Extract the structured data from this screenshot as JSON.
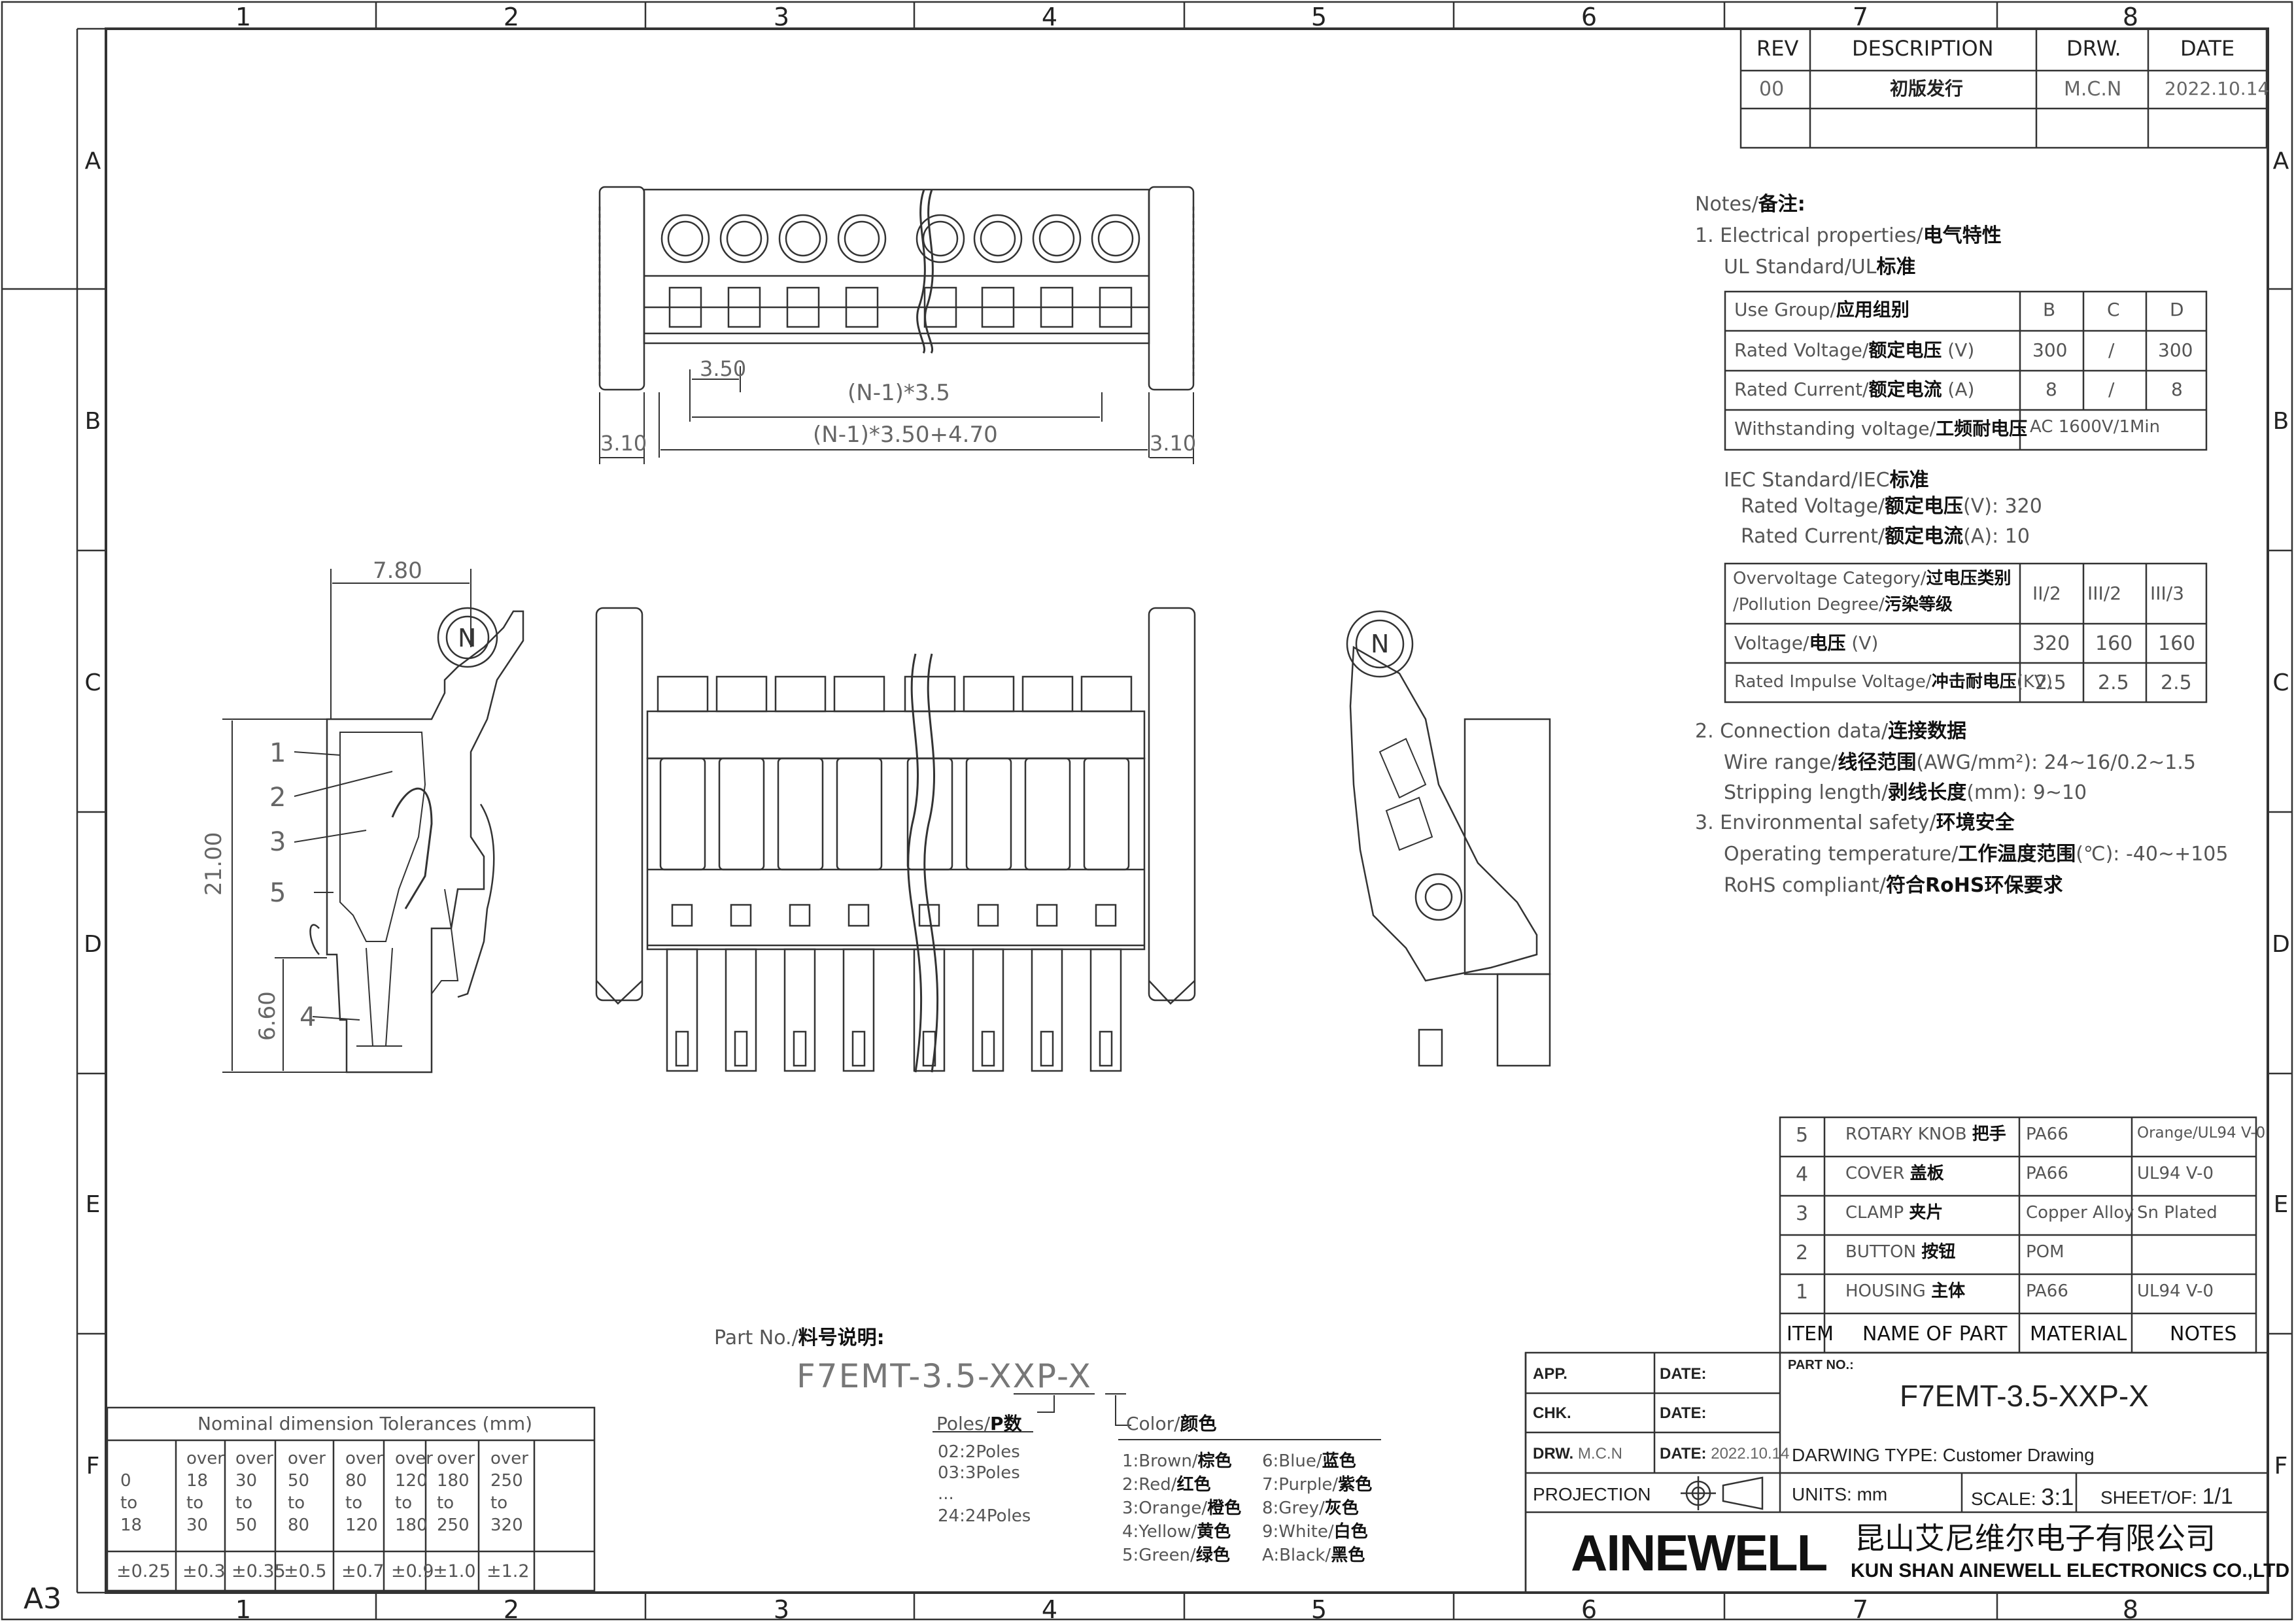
{
  "frame": {
    "columns": [
      "1",
      "2",
      "3",
      "4",
      "5",
      "6",
      "7",
      "8"
    ],
    "rows": [
      "A",
      "B",
      "C",
      "D",
      "E",
      "F"
    ],
    "sheet_size": "A3"
  },
  "revision_table": {
    "headers": [
      "REV",
      "DESCRIPTION",
      "DRW.",
      "DATE"
    ],
    "rows": [
      {
        "rev": "00",
        "description": "初版发行",
        "drw": "M.C.N",
        "date": "2022.10.14"
      }
    ]
  },
  "top_view_dims": {
    "pitch": "3.50",
    "span": "(N-1)*3.5",
    "overall": "(N-1)*3.50+4.70",
    "left_offset": "3.10",
    "right_offset": "3.10"
  },
  "side_view_dims": {
    "width": "7.80",
    "height": "21.00",
    "lower_height": "6.60",
    "balloons": [
      "1",
      "2",
      "3",
      "5",
      "4"
    ],
    "knob_letter": "N"
  },
  "right_view": {
    "knob_letter": "N"
  },
  "notes": {
    "title_en": "Notes/",
    "title_cn": "备注:",
    "s1_en": "1. Electrical properties/",
    "s1_cn": "电气特性",
    "ul_en": "UL Standard/UL",
    "ul_cn": "标准",
    "ul_table": {
      "cols": [
        "B",
        "C",
        "D"
      ],
      "rows": [
        {
          "en": "Use Group/",
          "cn": "应用组别",
          "unit": ""
        },
        {
          "en": "Rated Voltage/",
          "cn": "额定电压",
          "unit": " (V)",
          "vals": [
            "300",
            "/",
            "300"
          ]
        },
        {
          "en": "Rated Current/",
          "cn": "额定电流",
          "unit": " (A)",
          "vals": [
            "8",
            "/",
            "8"
          ]
        },
        {
          "en": "Withstanding voltage/",
          "cn": "工频耐电压",
          "unit": "",
          "span_val": "AC 1600V/1Min"
        }
      ]
    },
    "iec_en": "IEC Standard/IEC",
    "iec_cn": "标准",
    "iec_v_en": "Rated Voltage/",
    "iec_v_cn": "额定电压",
    "iec_v_val": "(V): 320",
    "iec_a_en": "Rated Current/",
    "iec_a_cn": "额定电流",
    "iec_a_val": "(A): 10",
    "iec_table": {
      "cat_en1": "Overvoltage Category/",
      "cat_cn1": "过电压类别",
      "cat_en2": "/Pollution Degree/",
      "cat_cn2": "污染等级",
      "cols": [
        "II/2",
        "III/2",
        "III/3"
      ],
      "rows": [
        {
          "en": "Voltage/",
          "cn": "电压",
          "unit": " (V)",
          "vals": [
            "320",
            "160",
            "160"
          ]
        },
        {
          "en": "Rated Impulse Voltage/",
          "cn": "冲击耐电压",
          "unit": "(KV)",
          "vals": [
            "2.5",
            "2.5",
            "2.5"
          ]
        }
      ]
    },
    "s2_en": "2. Connection data/",
    "s2_cn": "连接数据",
    "wire_en": "Wire range/",
    "wire_cn": "线径范围",
    "wire_val": "(AWG/mm²): 24~16/0.2~1.5",
    "strip_en": "Stripping length/",
    "strip_cn": "剥线长度",
    "strip_val": "(mm): 9~10",
    "s3_en": "3. Environmental safety/",
    "s3_cn": "环境安全",
    "temp_en": "Operating temperature/",
    "temp_cn": "工作温度范围",
    "temp_val": "(℃): -40~+105",
    "rohs_en": "RoHS compliant/",
    "rohs_cn": "符合RoHS环保要求"
  },
  "bom": {
    "headers": [
      "ITEM",
      "NAME OF PART",
      "MATERIAL",
      "NOTES"
    ],
    "rows": [
      {
        "item": "5",
        "name_en": "ROTARY KNOB",
        "name_cn": "把手",
        "material": "PA66",
        "notes": "Orange/UL94 V-0"
      },
      {
        "item": "4",
        "name_en": "COVER",
        "name_cn": "盖板",
        "material": "PA66",
        "notes": "UL94 V-0"
      },
      {
        "item": "3",
        "name_en": "CLAMP",
        "name_cn": "夹片",
        "material": "Copper Alloy",
        "notes": "Sn Plated"
      },
      {
        "item": "2",
        "name_en": "BUTTON",
        "name_cn": "按钮",
        "material": "POM",
        "notes": ""
      },
      {
        "item": "1",
        "name_en": "HOUSING",
        "name_cn": "主体",
        "material": "PA66",
        "notes": "UL94 V-0"
      }
    ]
  },
  "title_block": {
    "app": "APP.",
    "chk": "CHK.",
    "drw": "DRW.",
    "drw_val": "M.C.N",
    "date": "DATE:",
    "date_val": "2022.10.14",
    "part_no_label": "PART NO.:",
    "part_no": "F7EMT-3.5-XXP-X",
    "type_label": "DARWING TYPE:",
    "type_val": "Customer Drawing",
    "projection": "PROJECTION",
    "units_label": "UNITS:",
    "units_val": "mm",
    "scale_label": "SCALE:",
    "scale_val": "3:1",
    "sheet_label": "SHEET/OF:",
    "sheet_val": "1/1",
    "logo": "AINEWELL",
    "company_cn": "昆山艾尼维尔电子有限公司",
    "company_en": "KUN SHAN AINEWELL ELECTRONICS CO.,LTD"
  },
  "part_no_legend": {
    "label_en": "Part No./",
    "label_cn": "料号说明:",
    "code_a": "F7EMT-3.5-",
    "code_b": "XXP",
    "code_c": "-",
    "code_d": "X",
    "poles_en": "Poles/",
    "poles_cn": "P数",
    "poles": [
      "02:2Poles",
      "03:3Poles",
      "...",
      "24:24Poles"
    ],
    "color_en": "Color/",
    "color_cn": "颜色",
    "colors": [
      {
        "en": "1:Brown/",
        "cn": "棕色"
      },
      {
        "en": "2:Red/",
        "cn": "红色"
      },
      {
        "en": "3:Orange/",
        "cn": "橙色"
      },
      {
        "en": "4:Yellow/",
        "cn": "黄色"
      },
      {
        "en": "5:Green/",
        "cn": "绿色"
      },
      {
        "en": "6:Blue/",
        "cn": "蓝色"
      },
      {
        "en": "7:Purple/",
        "cn": "紫色"
      },
      {
        "en": "8:Grey/",
        "cn": "灰色"
      },
      {
        "en": "9:White/",
        "cn": "白色"
      },
      {
        "en": "A:Black/",
        "cn": "黑色"
      }
    ]
  },
  "tolerances": {
    "title": "Nominal dimension Tolerances (mm)",
    "ranges": [
      [
        "0",
        "to",
        "18"
      ],
      [
        "over",
        "18",
        "to",
        "30"
      ],
      [
        "over",
        "30",
        "to",
        "50"
      ],
      [
        "over",
        "50",
        "to",
        "80"
      ],
      [
        "over",
        "80",
        "to",
        "120"
      ],
      [
        "over",
        "120",
        "to",
        "180"
      ],
      [
        "over",
        "180",
        "to",
        "250"
      ],
      [
        "over",
        "250",
        "to",
        "320"
      ]
    ],
    "values": [
      "±0.25",
      "±0.3",
      "±0.35",
      "±0.5",
      "±0.7",
      "±0.9",
      "±1.0",
      "±1.2"
    ]
  }
}
